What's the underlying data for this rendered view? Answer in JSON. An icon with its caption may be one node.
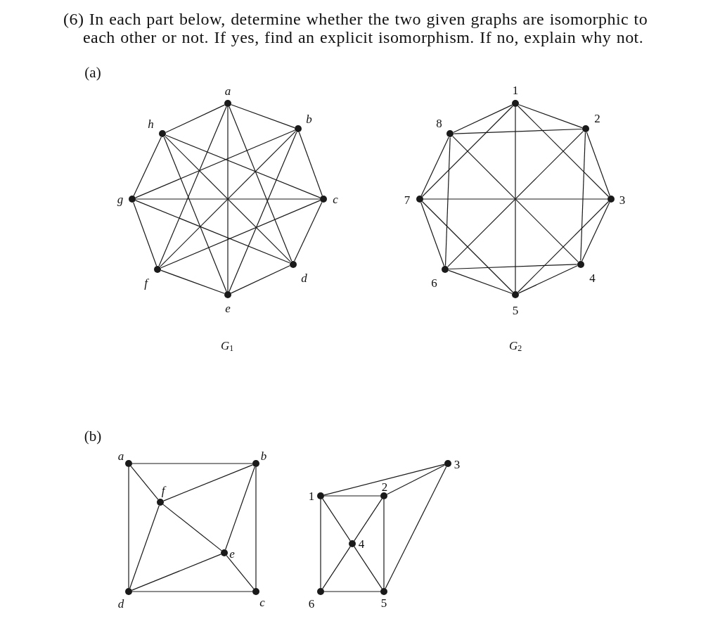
{
  "diagram": {
    "title": "(6) In each part below, determine whether the two given graphs are isomorphic to each other or not. If yes, find an explicit isomorphism. If no, explain why not.",
    "nodes": [
      {
        "text": [],
        "shape": "circle",
        "beside": [
          "a"
        ]
      },
      {
        "text": [],
        "shape": "circle",
        "beside": [
          "b"
        ]
      },
      {
        "text": [],
        "shape": "circle",
        "beside": [
          "c"
        ]
      },
      {
        "text": [],
        "shape": "circle",
        "beside": [
          "d"
        ]
      },
      {
        "text": [],
        "shape": "circle",
        "beside": [
          "e"
        ]
      },
      {
        "text": [],
        "shape": "circle",
        "beside": [
          "f"
        ]
      },
      {
        "text": [],
        "shape": "circle",
        "beside": [
          "g"
        ]
      },
      {
        "text": [],
        "shape": "circle",
        "beside": [
          "h"
        ]
      },
      {
        "text": [],
        "shape": "circle",
        "beside": [
          "1"
        ]
      },
      {
        "text": [],
        "shape": "circle",
        "beside": [
          "2"
        ]
      },
      {
        "text": [],
        "shape": "circle",
        "beside": [
          "3"
        ]
      },
      {
        "text": [],
        "shape": "circle",
        "beside": [
          "4"
        ]
      },
      {
        "text": [],
        "shape": "circle",
        "beside": [
          "5"
        ]
      },
      {
        "text": [],
        "shape": "circle",
        "beside": [
          "6"
        ]
      },
      {
        "text": [],
        "shape": "circle",
        "beside": [
          "7"
        ]
      },
      {
        "text": [],
        "shape": "circle",
        "beside": [
          "8"
        ]
      },
      {
        "text": [],
        "shape": "circle",
        "beside": [
          "a"
        ]
      },
      {
        "text": [],
        "shape": "circle",
        "beside": [
          "b"
        ]
      },
      {
        "text": [],
        "shape": "circle",
        "beside": [
          "c"
        ]
      },
      {
        "text": [],
        "shape": "circle",
        "beside": [
          "d"
        ]
      },
      {
        "text": [],
        "shape": "circle",
        "beside": [
          "e"
        ]
      },
      {
        "text": [],
        "shape": "circle",
        "beside": [
          "f"
        ]
      },
      {
        "text": [],
        "shape": "circle",
        "beside": [
          "1"
        ]
      },
      {
        "text": [],
        "shape": "circle",
        "beside": [
          "2"
        ]
      },
      {
        "text": [],
        "shape": "circle",
        "beside": [
          "3"
        ]
      },
      {
        "text": [],
        "shape": "circle",
        "beside": [
          "4"
        ]
      },
      {
        "text": [],
        "shape": "circle",
        "beside": [
          "5"
        ]
      },
      {
        "text": [],
        "shape": "circle",
        "beside": [
          "6"
        ]
      }
    ],
    "edges": [
      {
        "from": 0,
        "to": 1,
        "arrow": "none"
      },
      {
        "from": 0,
        "to": 3,
        "arrow": "none"
      },
      {
        "from": 0,
        "to": 4,
        "arrow": "none"
      },
      {
        "from": 1,
        "to": 2,
        "arrow": "none"
      },
      {
        "from": 1,
        "to": 4,
        "arrow": "none"
      },
      {
        "from": 1,
        "to": 5,
        "arrow": "none"
      },
      {
        "from": 2,
        "to": 3,
        "arrow": "none"
      },
      {
        "from": 2,
        "to": 5,
        "arrow": "none"
      },
      {
        "from": 2,
        "to": 6,
        "arrow": "none"
      },
      {
        "from": 3,
        "to": 4,
        "arrow": "none"
      },
      {
        "from": 3,
        "to": 6,
        "arrow": "none"
      },
      {
        "from": 3,
        "to": 7,
        "arrow": "none"
      },
      {
        "from": 4,
        "to": 5,
        "arrow": "none"
      },
      {
        "from": 4,
        "to": 7,
        "arrow": "none"
      },
      {
        "from": 5,
        "to": 6,
        "arrow": "none"
      },
      {
        "from": 5,
        "to": 0,
        "arrow": "none"
      },
      {
        "from": 6,
        "to": 7,
        "arrow": "none"
      },
      {
        "from": 6,
        "to": 1,
        "arrow": "none"
      },
      {
        "from": 7,
        "to": 0,
        "arrow": "none"
      },
      {
        "from": 7,
        "to": 2,
        "arrow": "none"
      },
      {
        "from": 8,
        "to": 9,
        "arrow": "none"
      },
      {
        "from": 8,
        "to": 10,
        "arrow": "none"
      },
      {
        "from": 8,
        "to": 12,
        "arrow": "none"
      },
      {
        "from": 9,
        "to": 10,
        "arrow": "none"
      },
      {
        "from": 9,
        "to": 11,
        "arrow": "none"
      },
      {
        "from": 9,
        "to": 13,
        "arrow": "none"
      },
      {
        "from": 10,
        "to": 11,
        "arrow": "none"
      },
      {
        "from": 10,
        "to": 12,
        "arrow": "none"
      },
      {
        "from": 10,
        "to": 14,
        "arrow": "none"
      },
      {
        "from": 11,
        "to": 12,
        "arrow": "none"
      },
      {
        "from": 11,
        "to": 13,
        "arrow": "none"
      },
      {
        "from": 11,
        "to": 15,
        "arrow": "none"
      },
      {
        "from": 12,
        "to": 13,
        "arrow": "none"
      },
      {
        "from": 12,
        "to": 14,
        "arrow": "none"
      },
      {
        "from": 13,
        "to": 14,
        "arrow": "none"
      },
      {
        "from": 13,
        "to": 15,
        "arrow": "none"
      },
      {
        "from": 14,
        "to": 15,
        "arrow": "none"
      },
      {
        "from": 14,
        "to": 8,
        "arrow": "none"
      },
      {
        "from": 15,
        "to": 8,
        "arrow": "none"
      },
      {
        "from": 15,
        "to": 9,
        "arrow": "none"
      },
      {
        "from": 16,
        "to": 17,
        "arrow": "none"
      },
      {
        "from": 17,
        "to": 18,
        "arrow": "none"
      },
      {
        "from": 18,
        "to": 19,
        "arrow": "none"
      },
      {
        "from": 19,
        "to": 16,
        "arrow": "none"
      },
      {
        "from": 16,
        "to": 21,
        "arrow": "none"
      },
      {
        "from": 21,
        "to": 17,
        "arrow": "none"
      },
      {
        "from": 21,
        "to": 19,
        "arrow": "none"
      },
      {
        "from": 21,
        "to": 20,
        "arrow": "none"
      },
      {
        "from": 20,
        "to": 17,
        "arrow": "none"
      },
      {
        "from": 20,
        "to": 19,
        "arrow": "none"
      },
      {
        "from": 20,
        "to": 18,
        "arrow": "none"
      },
      {
        "from": 22,
        "to": 24,
        "arrow": "none"
      },
      {
        "from": 22,
        "to": 23,
        "arrow": "none"
      },
      {
        "from": 23,
        "to": 24,
        "arrow": "none"
      },
      {
        "from": 24,
        "to": 26,
        "arrow": "none"
      },
      {
        "from": 23,
        "to": 26,
        "arrow": "none"
      },
      {
        "from": 22,
        "to": 27,
        "arrow": "none"
      },
      {
        "from": 27,
        "to": 26,
        "arrow": "none"
      },
      {
        "from": 22,
        "to": 25,
        "arrow": "none"
      },
      {
        "from": 25,
        "to": 26,
        "arrow": "none"
      },
      {
        "from": 23,
        "to": 25,
        "arrow": "none"
      },
      {
        "from": 25,
        "to": 27,
        "arrow": "none"
      }
    ],
    "labels": [
      "(a)",
      "*G*$_{1}$",
      "*G*$_{2}$",
      "(b)"
    ]
  }
}
